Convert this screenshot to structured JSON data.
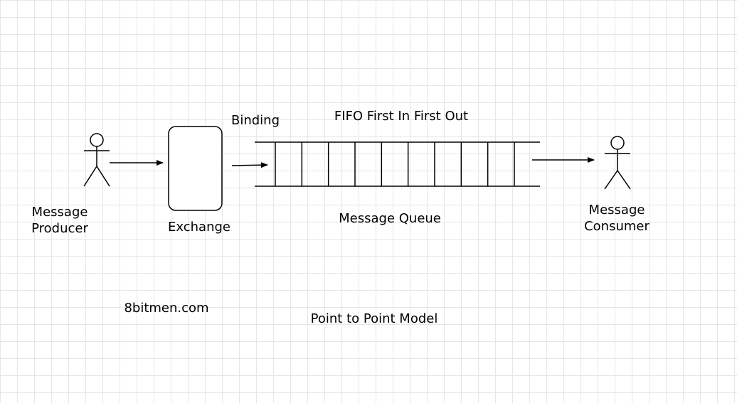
{
  "diagram": {
    "producer": {
      "line1": "Message",
      "line2": "Producer"
    },
    "exchange": {
      "label": "Exchange"
    },
    "binding": {
      "label": "Binding"
    },
    "queue": {
      "title": "FIFO First In First Out",
      "label": "Message Queue",
      "slot_count": 10
    },
    "consumer": {
      "line1": "Message",
      "line2": "Consumer"
    },
    "watermark": "8bitmen.com",
    "caption": "Point to Point Model"
  }
}
